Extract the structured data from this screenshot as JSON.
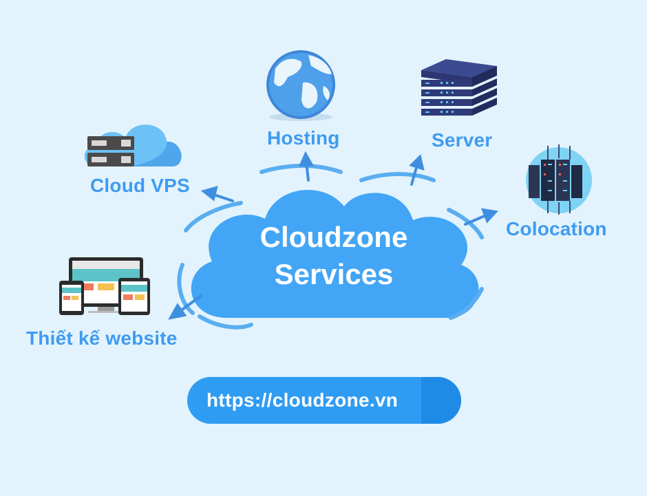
{
  "center": {
    "line1": "Cloudzone",
    "line2": "Services"
  },
  "services": {
    "hosting": "Hosting",
    "server": "Server",
    "cloud_vps": "Cloud VPS",
    "colocation": "Colocation",
    "web_design": "Thiết kế website"
  },
  "cta": {
    "url": "https://cloudzone.vn"
  },
  "colors": {
    "background": "#e3f3fd",
    "cloud": "#42a5f5",
    "text_accent": "#3f9bf0",
    "pill": "#2f9cf3",
    "server_navy": "#2f3a78"
  },
  "icons": [
    "globe-icon",
    "server-rack-icon",
    "cloud-vps-icon",
    "datacenter-icon",
    "responsive-devices-icon",
    "chevron-right-icon"
  ]
}
